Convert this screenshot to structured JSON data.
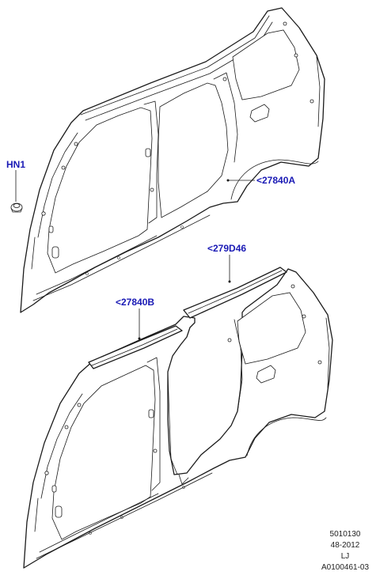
{
  "colors": {
    "callout": "#1a1ab5",
    "line": "#1b1b1b",
    "background": "#ffffff"
  },
  "callouts": {
    "hn1": "HN1",
    "upper_side_panel": "<27840A",
    "roof_rail": "<279D46",
    "lower_side_panel": "<27840B"
  },
  "reference": {
    "line1": "5010130",
    "line2": "48-2012",
    "line3": "LJ",
    "line4": "A0100461-03"
  }
}
